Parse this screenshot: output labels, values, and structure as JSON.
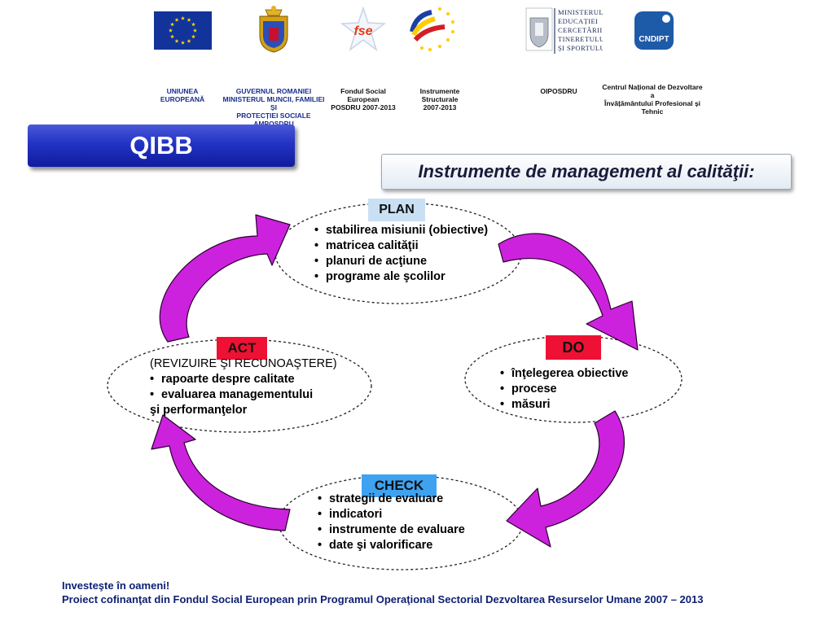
{
  "header": {
    "logos": [
      {
        "icon": "eu-flag-icon"
      },
      {
        "icon": "romania-coat-of-arms-icon"
      },
      {
        "icon": "fse-star-logo-icon",
        "text": "fse"
      },
      {
        "icon": "structural-instruments-logo-icon"
      },
      {
        "icon": "ministry-logo-icon",
        "text": [
          "MINISTERUL",
          "EDUCAȚIEI",
          "CERCETĂRII",
          "TINERETULUI",
          "ȘI SPORTULUI"
        ]
      },
      {
        "icon": "cndipt-logo-icon",
        "text": "CNDIPT"
      }
    ],
    "captions": [
      {
        "lines": [
          "UNIUNEA EUROPEANĂ"
        ]
      },
      {
        "lines": [
          "GUVERNUL ROMANIEI",
          "MINISTERUL MUNCII, FAMILIEI ȘI",
          "PROTECȚIEI SOCIALE",
          "AMPOSDRU"
        ]
      },
      {
        "lines": [
          "Fondul Social European",
          "POSDRU 2007-2013"
        ]
      },
      {
        "lines": [
          "Instrumente Structurale",
          "2007-2013"
        ]
      },
      {
        "lines": [
          "OIPOSDRU"
        ]
      },
      {
        "lines": [
          "Centrul Național de Dezvoltare a",
          "Învățământului Profesional și",
          "Tehnic"
        ]
      }
    ]
  },
  "title": "QIBB",
  "subtitle": "Instrumente de management al calităţii:",
  "cycle": {
    "plan": {
      "label": "PLAN",
      "items": [
        "stabilirea misiunii (obiective)",
        "matricea calităţii",
        "planuri de acţiune",
        "programe ale şcolilor"
      ]
    },
    "do": {
      "label": "DO",
      "items": [
        "înţelegerea obiective",
        "procese",
        "măsuri"
      ]
    },
    "check": {
      "label": "CHECK",
      "items": [
        "strategii de evaluare",
        "indicatori",
        "instrumente de evaluare",
        "date şi valorificare"
      ]
    },
    "act": {
      "label": "ACT",
      "intro": "(REVIZUIRE ŞI RECUNOAŞTERE)",
      "items": [
        "rapoarte despre calitate",
        "evaluarea managementului"
      ],
      "continuation": "şi performanţelor"
    }
  },
  "colors": {
    "arrow": "#cc22dd",
    "plan_box": "#c9e0f4",
    "do_box": "#ee1133",
    "check_box": "#3ea2f0",
    "act_box": "#ee1133",
    "banner": "#2333c4",
    "footer_text": "#0d1f73"
  },
  "footer": {
    "line1": "Investeşte în oameni!",
    "line2": "Proiect cofinanţat din Fondul Social European prin Programul Operaţional Sectorial Dezvoltarea Resurselor Umane 2007 – 2013"
  }
}
